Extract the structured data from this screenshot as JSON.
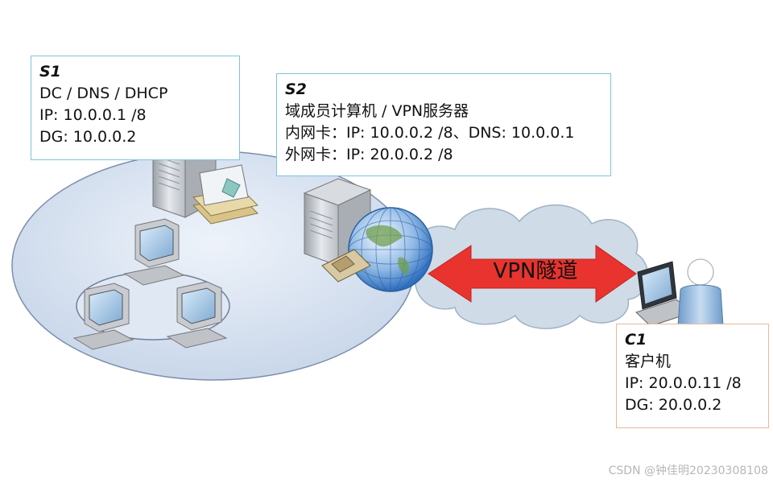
{
  "s1": {
    "title": "S1",
    "lines": [
      "DC / DNS / DHCP",
      "IP: 10.0.0.1 /8",
      "DG: 10.0.0.2"
    ]
  },
  "s2": {
    "title": "S2",
    "lines": [
      "域成员计算机 / VPN服务器",
      "内网卡：IP: 10.0.0.2 /8、DNS: 10.0.0.1",
      "外网卡：IP: 20.0.0.2 /8"
    ]
  },
  "c1": {
    "title": "C1",
    "lines": [
      "客户机",
      "IP: 20.0.0.11 /8",
      "DG: 20.0.0.2"
    ]
  },
  "tunnel": {
    "label": "VPN隧道"
  },
  "watermark": "CSDN @钟佳明20230308108",
  "icons": [
    "server-icon",
    "desktop-computer-icon",
    "globe-icon",
    "cloud-icon",
    "double-arrow-icon",
    "laptop-icon",
    "user-icon"
  ],
  "colors": {
    "network_ellipse": "#d7e2f0",
    "cloud": "#cfdbe6",
    "arrow": "#e8332e",
    "box_border_server": "#7fc4d8",
    "box_border_client": "#e8b99a"
  }
}
